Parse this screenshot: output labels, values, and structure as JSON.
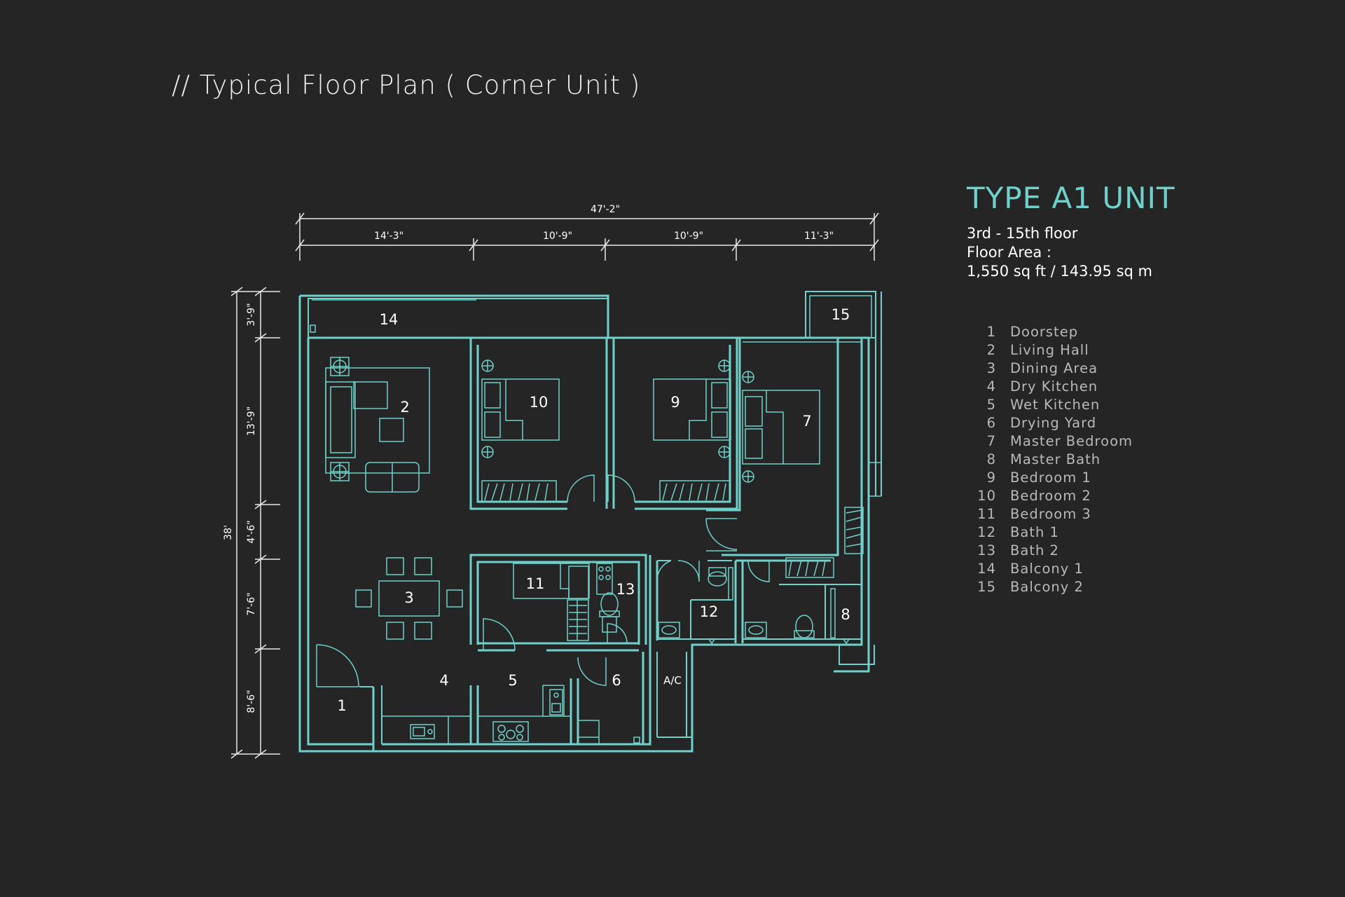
{
  "page": {
    "title": "// Typical Floor Plan ( Corner Unit )"
  },
  "unit": {
    "type": "TYPE A1 UNIT",
    "floors": "3rd - 15th floor",
    "area_label": "Floor Area :",
    "area_value": "1,550 sq ft / 143.95 sq m"
  },
  "legend": [
    {
      "num": "1",
      "label": "Doorstep"
    },
    {
      "num": "2",
      "label": "Living Hall"
    },
    {
      "num": "3",
      "label": "Dining Area"
    },
    {
      "num": "4",
      "label": "Dry Kitchen"
    },
    {
      "num": "5",
      "label": "Wet Kitchen"
    },
    {
      "num": "6",
      "label": "Drying Yard"
    },
    {
      "num": "7",
      "label": "Master Bedroom"
    },
    {
      "num": "8",
      "label": "Master Bath"
    },
    {
      "num": "9",
      "label": "Bedroom 1"
    },
    {
      "num": "10",
      "label": "Bedroom 2"
    },
    {
      "num": "11",
      "label": "Bedroom 3"
    },
    {
      "num": "12",
      "label": "Bath 1"
    },
    {
      "num": "13",
      "label": "Bath 2"
    },
    {
      "num": "14",
      "label": "Balcony 1"
    },
    {
      "num": "15",
      "label": "Balcony 2"
    }
  ],
  "dimensions": {
    "total_width": "47'-2\"",
    "widths": [
      "14'-3\"",
      "10'-9\"",
      "10'-9\"",
      "11'-3\""
    ],
    "total_depth": "38'",
    "depths": [
      "3'-9\"",
      "13'-9\"",
      "4'-6\"",
      "7'-6\"",
      "8'-6\""
    ]
  },
  "plan_labels": {
    "r1": "1",
    "r2": "2",
    "r3": "3",
    "r4": "4",
    "r5": "5",
    "r6": "6",
    "r7": "7",
    "r8": "8",
    "r9": "9",
    "r10": "10",
    "r11": "11",
    "r12": "12",
    "r13": "13",
    "r14": "14",
    "r15": "15",
    "ac": "A/C"
  },
  "colors": {
    "background": "#252525",
    "accent": "#6fd1ca",
    "wall": "#6fd1ca",
    "dimension": "#ffffff"
  }
}
